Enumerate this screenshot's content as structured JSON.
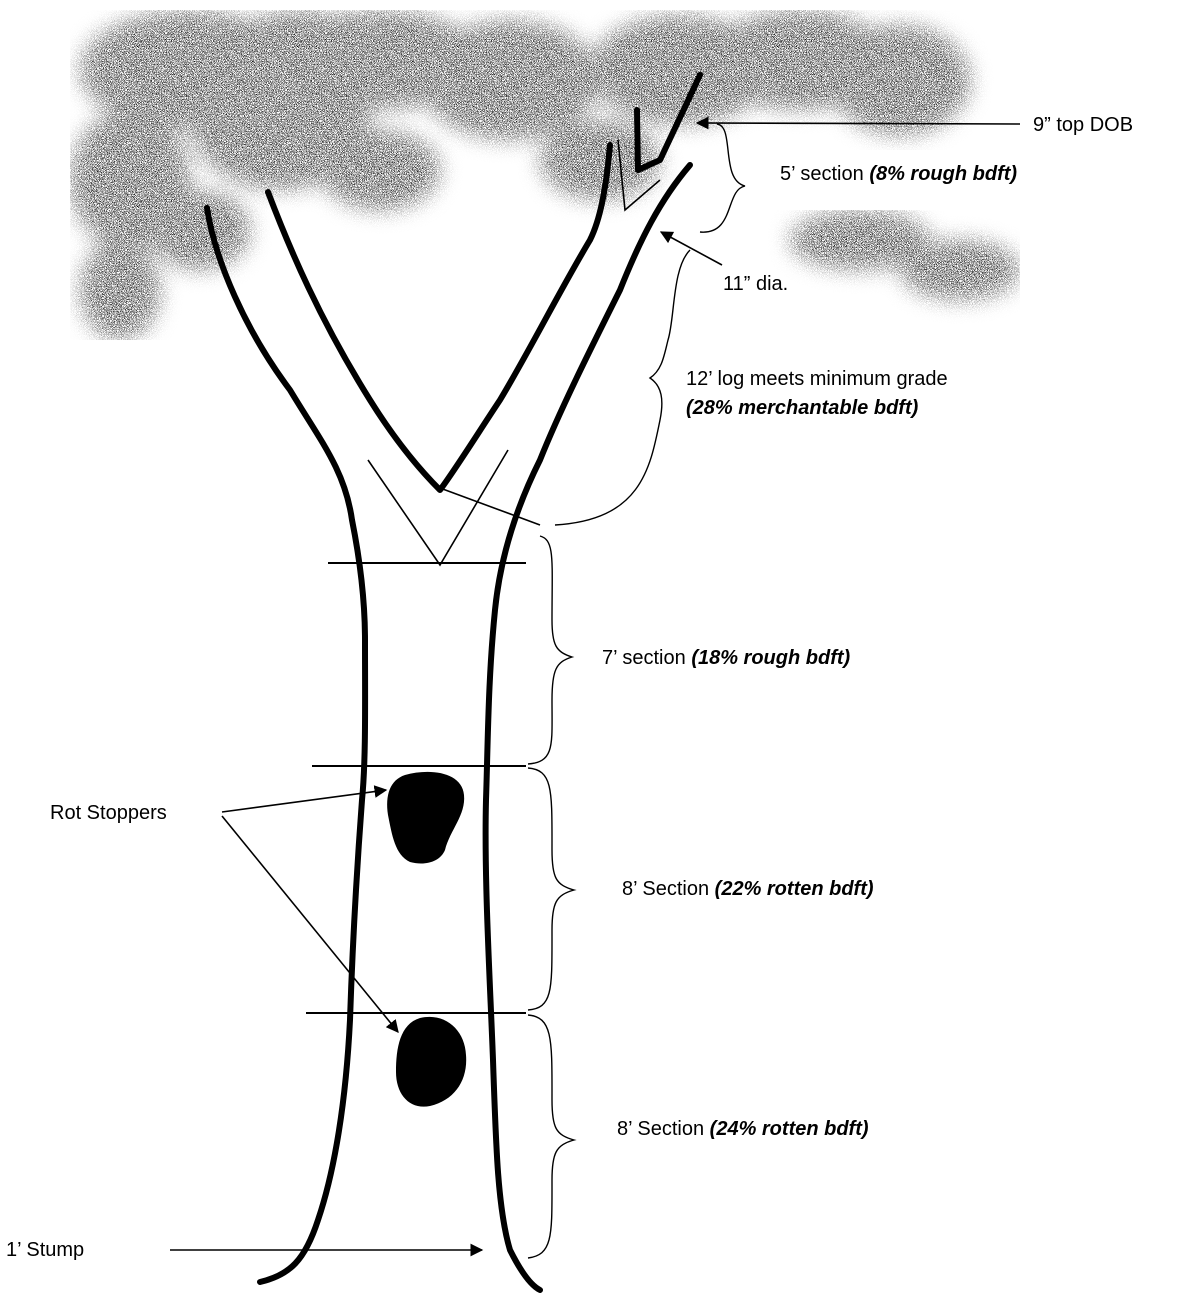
{
  "labels": {
    "top_dob": "9” top DOB",
    "section_5": {
      "text": "5’ section ",
      "note": "(8% rough bdft)"
    },
    "dia_11": "11” dia.",
    "log_12": {
      "text": "12’ log meets minimum grade",
      "note": "(28% merchantable bdft)"
    },
    "section_7": {
      "text": "7’ section ",
      "note": "(18% rough bdft)"
    },
    "rot_stoppers": "Rot Stoppers",
    "section_8a": {
      "text": "8’ Section ",
      "note": "(22% rotten bdft)"
    },
    "section_8b": {
      "text": "8’ Section ",
      "note": "(24% rotten bdft)"
    },
    "stump": "1’ Stump"
  },
  "colors": {
    "ink": "#000000",
    "background": "#ffffff"
  }
}
